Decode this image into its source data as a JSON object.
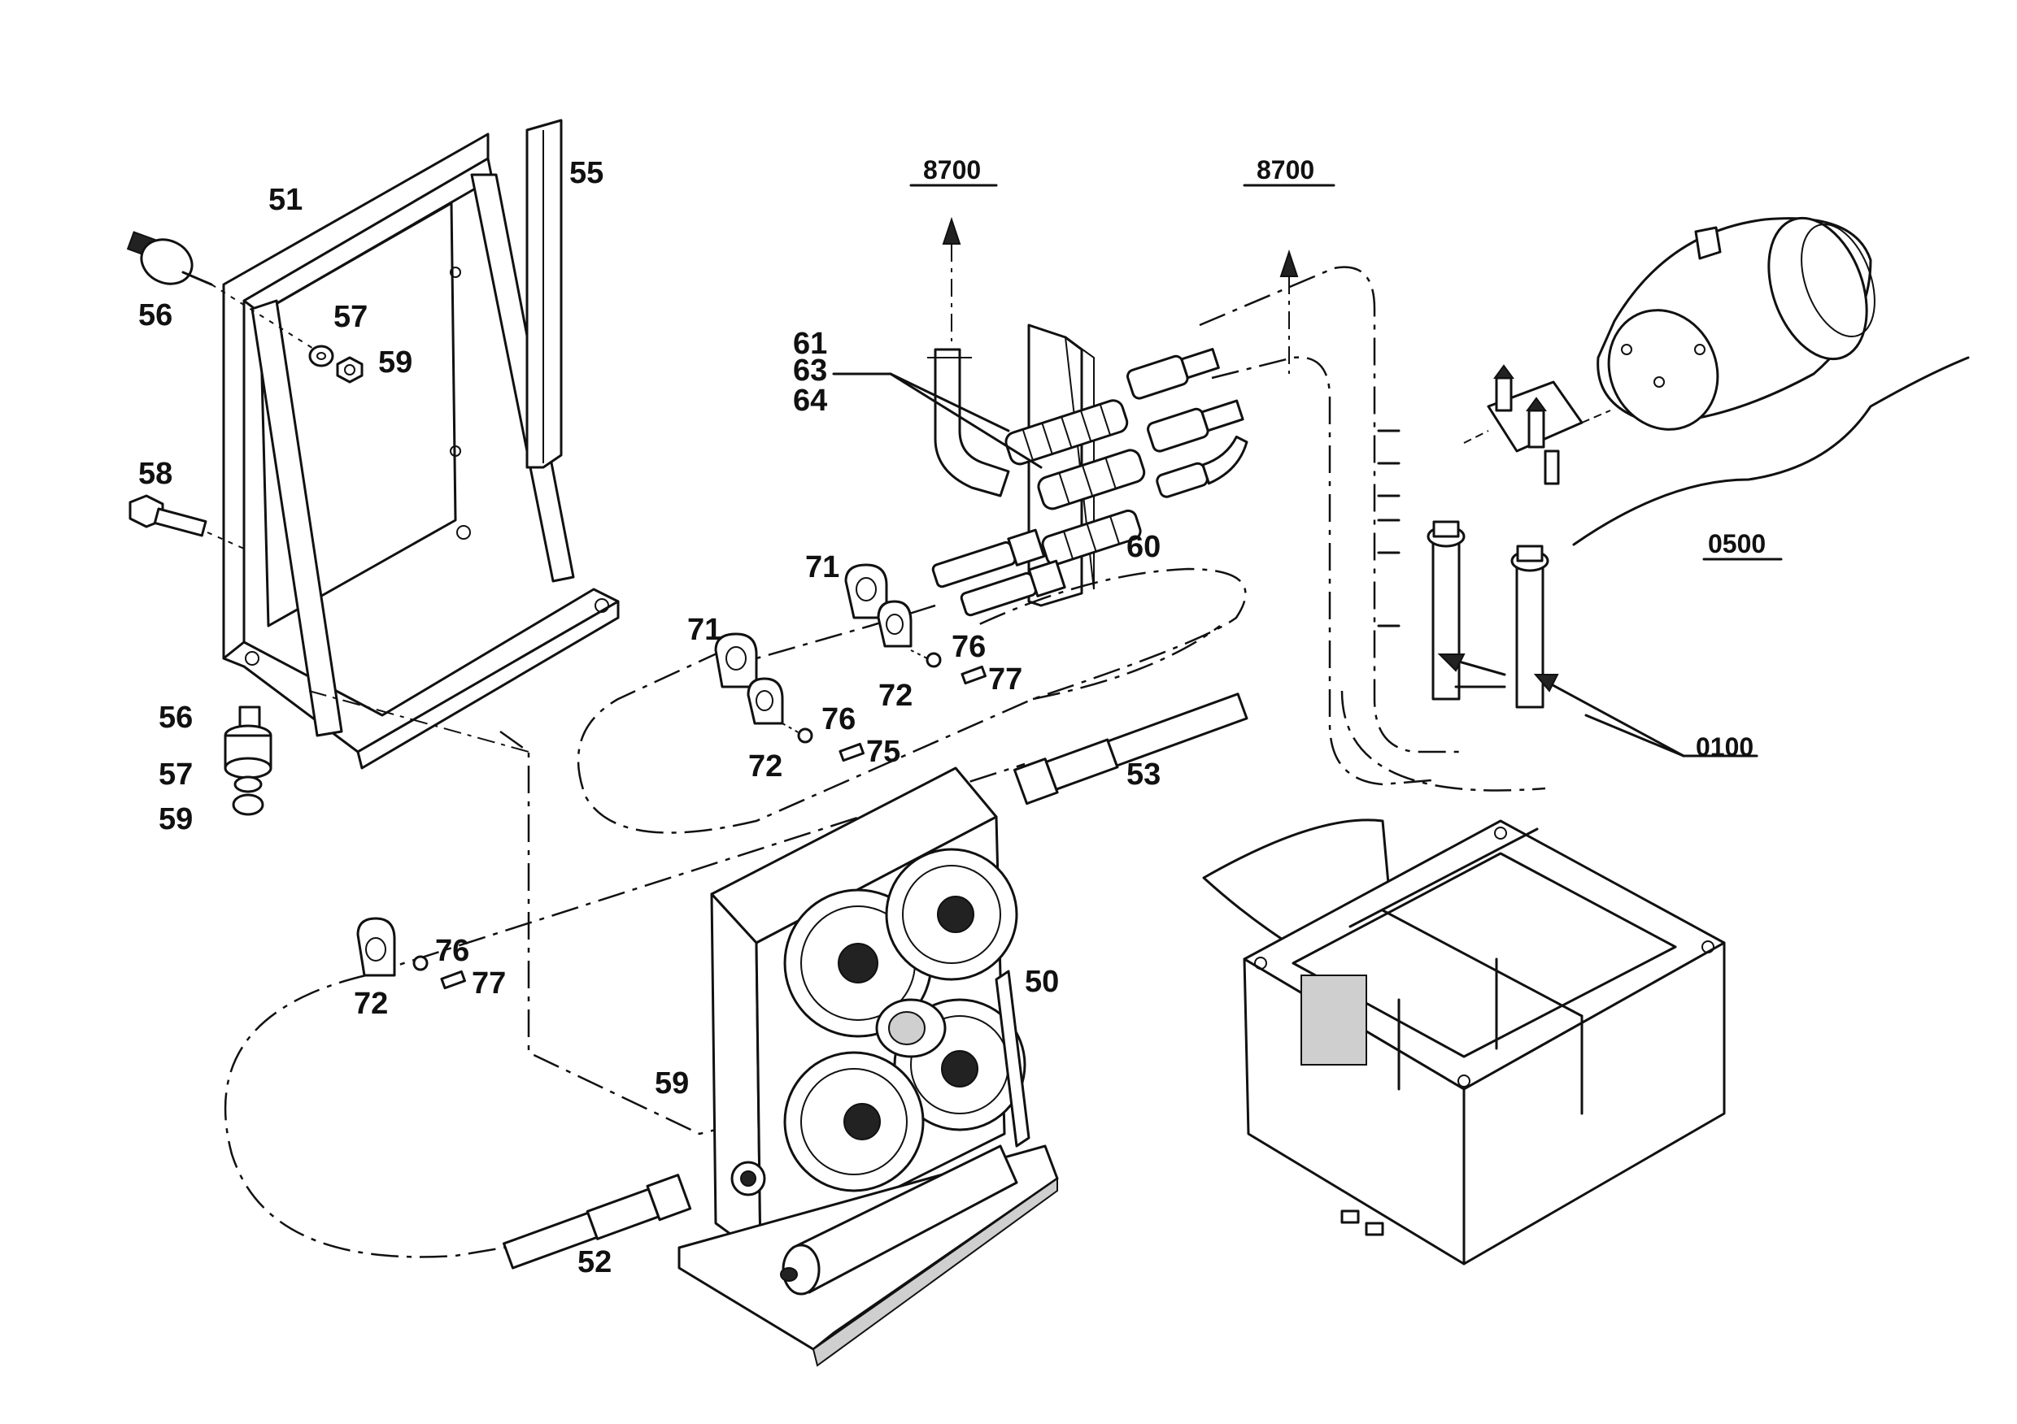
{
  "callouts": {
    "c50": "50",
    "c51": "51",
    "c52": "52",
    "c53": "53",
    "c55": "55",
    "c56a": "56",
    "c56b": "56",
    "c57a": "57",
    "c57b": "57",
    "c58": "58",
    "c59a": "59",
    "c59b": "59",
    "c59c": "59",
    "c60": "60",
    "c61": "61",
    "c63": "63",
    "c64": "64",
    "c71a": "71",
    "c71b": "71",
    "c72a": "72",
    "c72b": "72",
    "c72c": "72",
    "c75": "75",
    "c76a": "76",
    "c76b": "76",
    "c76c": "76",
    "c77a": "77",
    "c77b": "77"
  },
  "references": {
    "r8700a": "8700",
    "r8700b": "8700",
    "r0500": "0500",
    "r0100": "0100"
  },
  "colors": {
    "ink": "#111111",
    "paper": "#ffffff"
  }
}
